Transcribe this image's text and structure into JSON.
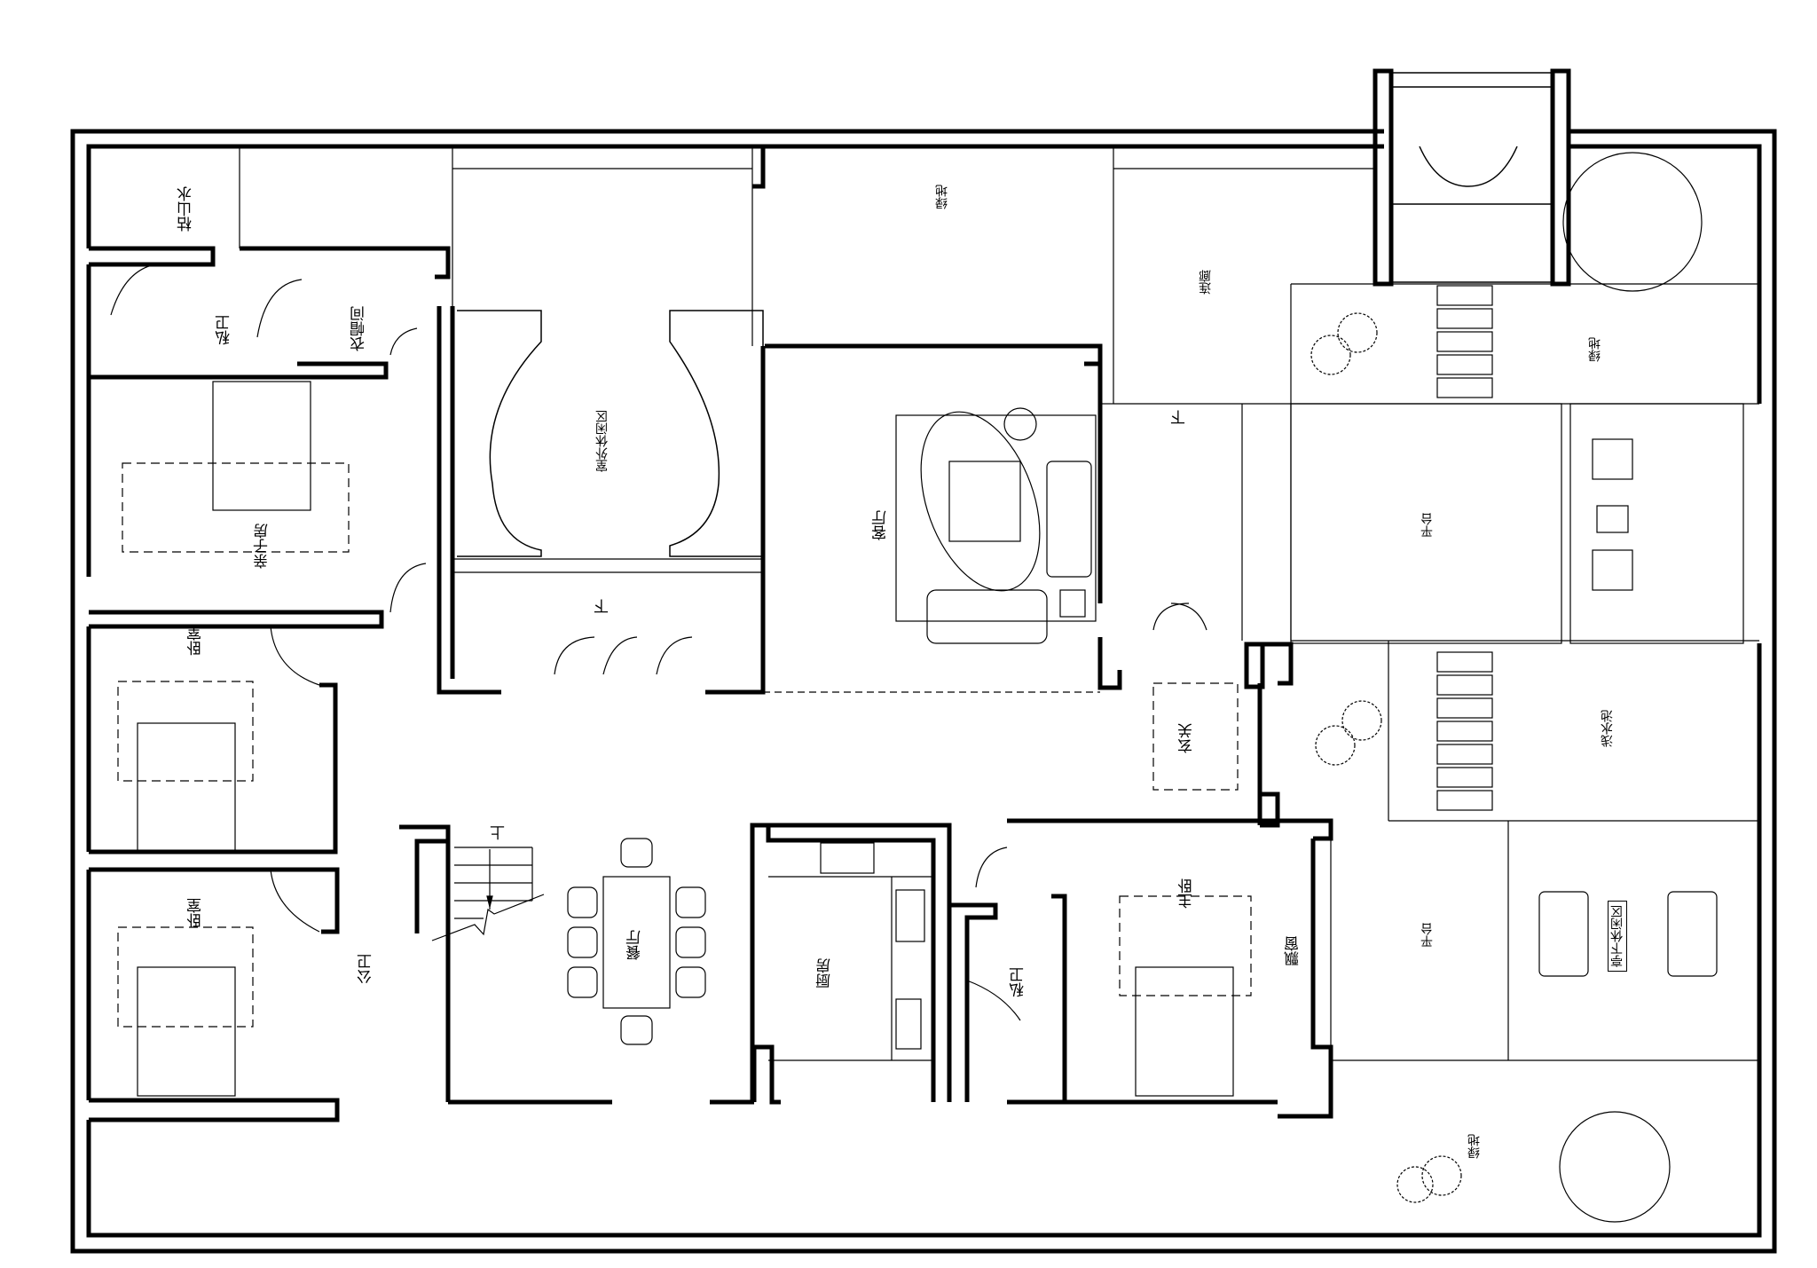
{
  "plan": {
    "type": "floor-plan",
    "colors": {
      "line": "#000000",
      "background": "#ffffff"
    },
    "rooms": [
      {
        "id": "dry-garden",
        "label": "枯山水"
      },
      {
        "id": "private-bath-1",
        "label": "私卫"
      },
      {
        "id": "walk-in-closet",
        "label": "衣帽间"
      },
      {
        "id": "kids-room",
        "label": "亲子房"
      },
      {
        "id": "outdoor-leisure",
        "label": "室外休闲区"
      },
      {
        "id": "green-top",
        "label": "绿地"
      },
      {
        "id": "corridor",
        "label": "连廊"
      },
      {
        "id": "living-room",
        "label": "客厅"
      },
      {
        "id": "green-right",
        "label": "绿地"
      },
      {
        "id": "terrace-1",
        "label": "平台"
      },
      {
        "id": "foyer",
        "label": "玄关"
      },
      {
        "id": "bedroom-1",
        "label": "卧室"
      },
      {
        "id": "bedroom-2",
        "label": "卧室"
      },
      {
        "id": "public-bath",
        "label": "公卫"
      },
      {
        "id": "dining",
        "label": "餐厅"
      },
      {
        "id": "kitchen",
        "label": "厨房"
      },
      {
        "id": "private-bath-2",
        "label": "私卫"
      },
      {
        "id": "master-bedroom",
        "label": "主卧"
      },
      {
        "id": "bay-window",
        "label": "飘窗"
      },
      {
        "id": "shallow-pool",
        "label": "浅水池"
      },
      {
        "id": "terrace-2",
        "label": "平台"
      },
      {
        "id": "pavilion-leisure",
        "label": "亭下休闲区"
      },
      {
        "id": "green-bottom",
        "label": "绿地"
      }
    ],
    "arrows": {
      "stairs_up": "上",
      "down_1": "下",
      "down_2": "下"
    }
  }
}
